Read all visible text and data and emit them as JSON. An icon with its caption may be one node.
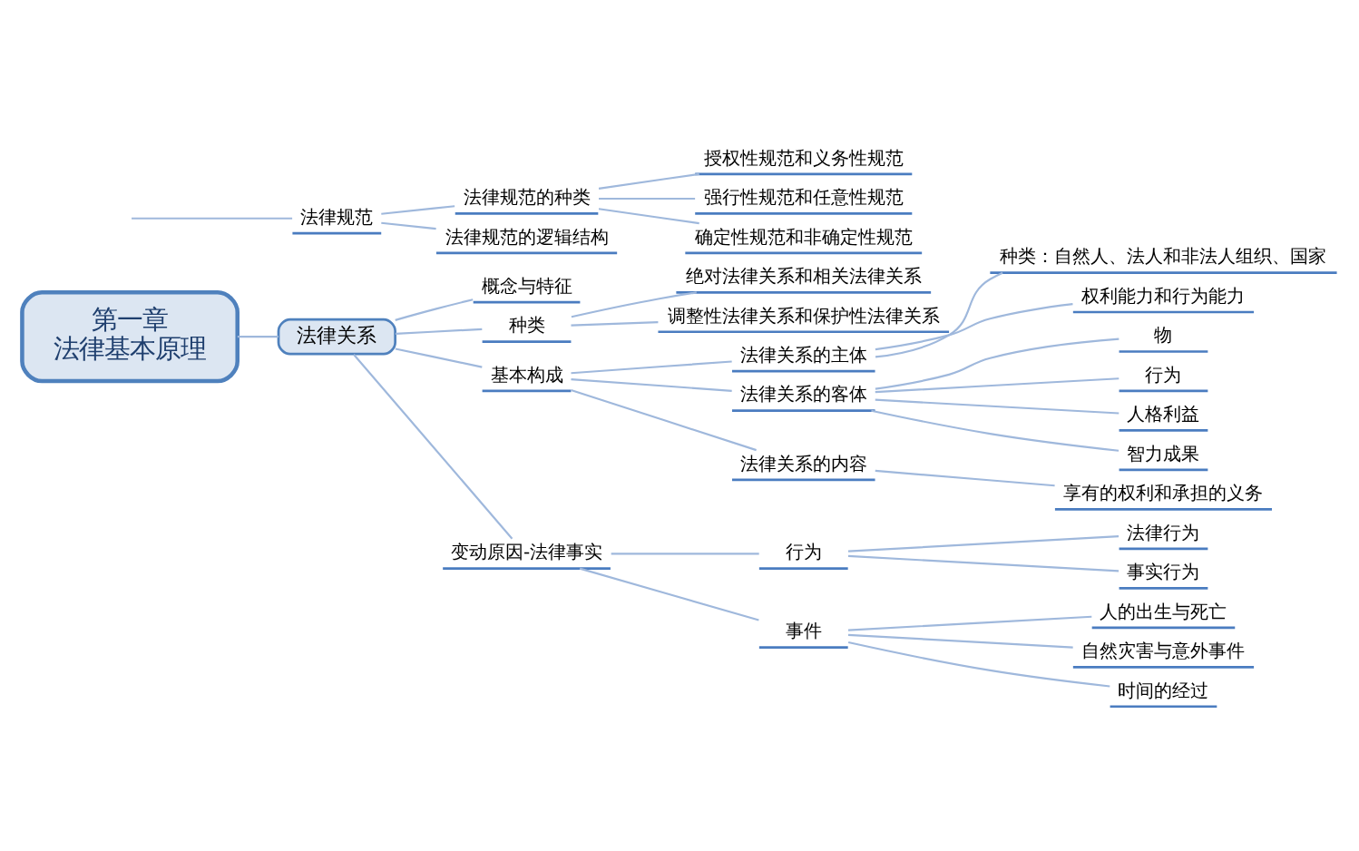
{
  "diagram": {
    "nodes": [
      {
        "text": [
          "第一章",
          "法律基本原理"
        ]
      },
      {
        "text": [
          "法律规范"
        ]
      },
      {
        "text": [
          "法律规范的种类"
        ]
      },
      {
        "text": [
          "授权性规范和义务性规范"
        ]
      },
      {
        "text": [
          "强行性规范和任意性规范"
        ]
      },
      {
        "text": [
          "确定性规范和非确定性规范"
        ]
      },
      {
        "text": [
          "法律规范的逻辑结构"
        ]
      },
      {
        "text": [
          "法律关系"
        ]
      },
      {
        "text": [
          "概念与特征"
        ]
      },
      {
        "text": [
          "种类"
        ]
      },
      {
        "text": [
          "绝对法律关系和相关法律关系"
        ]
      },
      {
        "text": [
          "调整性法律关系和保护性法律关系"
        ]
      },
      {
        "text": [
          "基本构成"
        ]
      },
      {
        "text": [
          "法律关系的主体"
        ]
      },
      {
        "text": [
          "种类：自然人、法人和非法人组织、国家"
        ]
      },
      {
        "text": [
          "权利能力和行为能力"
        ]
      },
      {
        "text": [
          "法律关系的客体"
        ]
      },
      {
        "text": [
          "物"
        ]
      },
      {
        "text": [
          "行为"
        ]
      },
      {
        "text": [
          "人格利益"
        ]
      },
      {
        "text": [
          "智力成果"
        ]
      },
      {
        "text": [
          "法律关系的内容"
        ]
      },
      {
        "text": [
          "享有的权利和承担的义务"
        ]
      },
      {
        "text": [
          "变动原因-法律事实"
        ]
      },
      {
        "text": [
          "行为"
        ]
      },
      {
        "text": [
          "法律行为"
        ]
      },
      {
        "text": [
          "事实行为"
        ]
      },
      {
        "text": [
          "事件"
        ]
      },
      {
        "text": [
          "人的出生与死亡"
        ]
      },
      {
        "text": [
          "自然灾害与意外事件"
        ]
      },
      {
        "text": [
          "时间的经过"
        ]
      }
    ],
    "edges": [
      {
        "from": null,
        "to": 1,
        "arrow": "none"
      },
      {
        "from": 1,
        "to": 2,
        "arrow": "none"
      },
      {
        "from": 2,
        "to": 3,
        "arrow": "none"
      },
      {
        "from": 2,
        "to": 4,
        "arrow": "none"
      },
      {
        "from": 2,
        "to": 5,
        "arrow": "none"
      },
      {
        "from": 1,
        "to": 6,
        "arrow": "none"
      },
      {
        "from": 0,
        "to": 7,
        "arrow": "none"
      },
      {
        "from": 7,
        "to": 8,
        "arrow": "none"
      },
      {
        "from": 7,
        "to": 9,
        "arrow": "none"
      },
      {
        "from": 9,
        "to": 10,
        "arrow": "none"
      },
      {
        "from": 9,
        "to": 11,
        "arrow": "none"
      },
      {
        "from": 7,
        "to": 12,
        "arrow": "none"
      },
      {
        "from": 12,
        "to": 13,
        "arrow": "none"
      },
      {
        "from": 13,
        "to": 14,
        "arrow": "none"
      },
      {
        "from": 13,
        "to": 15,
        "arrow": "none"
      },
      {
        "from": 12,
        "to": 16,
        "arrow": "none"
      },
      {
        "from": 16,
        "to": 17,
        "arrow": "none"
      },
      {
        "from": 16,
        "to": 18,
        "arrow": "none"
      },
      {
        "from": 16,
        "to": 19,
        "arrow": "none"
      },
      {
        "from": 16,
        "to": 20,
        "arrow": "none"
      },
      {
        "from": 12,
        "to": 21,
        "arrow": "none"
      },
      {
        "from": 21,
        "to": 22,
        "arrow": "none"
      },
      {
        "from": 7,
        "to": 23,
        "arrow": "none"
      },
      {
        "from": 23,
        "to": 24,
        "arrow": "none"
      },
      {
        "from": 24,
        "to": 25,
        "arrow": "none"
      },
      {
        "from": 24,
        "to": 26,
        "arrow": "none"
      },
      {
        "from": 23,
        "to": 27,
        "arrow": "none"
      },
      {
        "from": 27,
        "to": 28,
        "arrow": "none"
      },
      {
        "from": 27,
        "to": 29,
        "arrow": "none"
      },
      {
        "from": 27,
        "to": 30,
        "arrow": "none"
      }
    ]
  }
}
